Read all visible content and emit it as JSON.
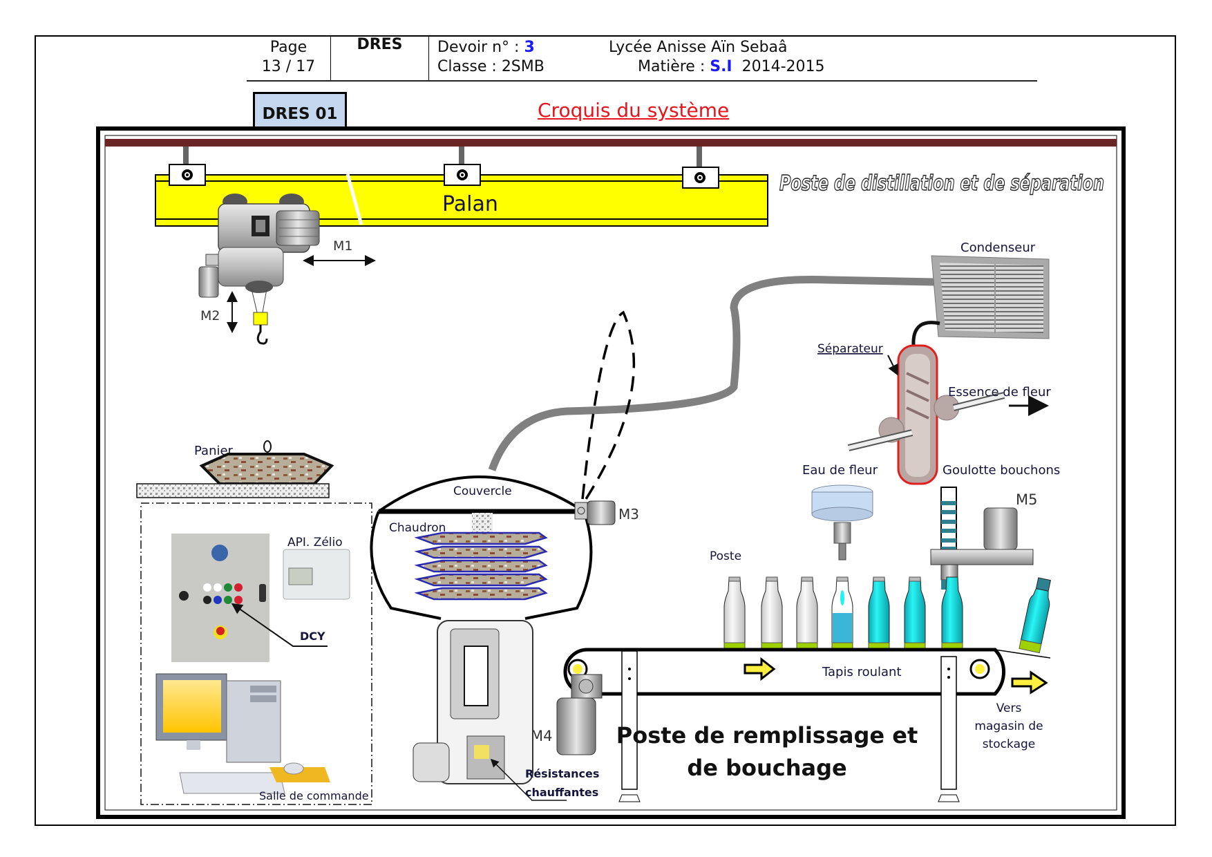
{
  "header": {
    "page_label": "Page",
    "page_number": "13 / 17",
    "doc_type": "DRES",
    "assignment_label": "Devoir n° : ",
    "assignment_number": "3",
    "class_label": "Classe : 2SMB",
    "school": "Lycée Anisse Aïn Sebaâ",
    "subject_label": "Matière : ",
    "subject": "S.I",
    "year": "2014-2015"
  },
  "tab": {
    "label": "DRES 01"
  },
  "section_title": "Croquis  du système",
  "diagram": {
    "station_distillation_title": "Poste de distillation et de séparation",
    "station_filling_title_line1": "Poste de remplissage et",
    "station_filling_title_line2": "de bouchage",
    "labels": {
      "palan": "Palan",
      "m1": "M1",
      "m2": "M2",
      "m3": "M3",
      "m4": "M4",
      "m5": "M5",
      "panier": "Panier",
      "couvercle": "Couvercle",
      "chaudron": "Chaudron",
      "condenseur": "Condenseur",
      "separateur": "Séparateur",
      "essence": "Essence de fleur",
      "eau": "Eau de fleur",
      "goulotte": "Goulotte bouchons",
      "poste": "Poste",
      "tapis": "Tapis roulant",
      "vers1": "Vers",
      "vers2": "magasin de",
      "vers3": "stockage",
      "api": "API. Zélio",
      "dcy": "DCY",
      "salle": "Salle de commande",
      "resist1": "Résistances",
      "resist2": "chauffantes"
    },
    "bottles": [
      {
        "state": "empty"
      },
      {
        "state": "empty"
      },
      {
        "state": "empty"
      },
      {
        "state": "filling"
      },
      {
        "state": "filled"
      },
      {
        "state": "filled"
      },
      {
        "state": "capping"
      }
    ],
    "colors": {
      "rail": "#6b2424",
      "palan": "#ffff00",
      "liquid": "#1ff2f2",
      "cap": "#2f8090",
      "base": "#9fd000",
      "pipe": "#808080"
    }
  }
}
